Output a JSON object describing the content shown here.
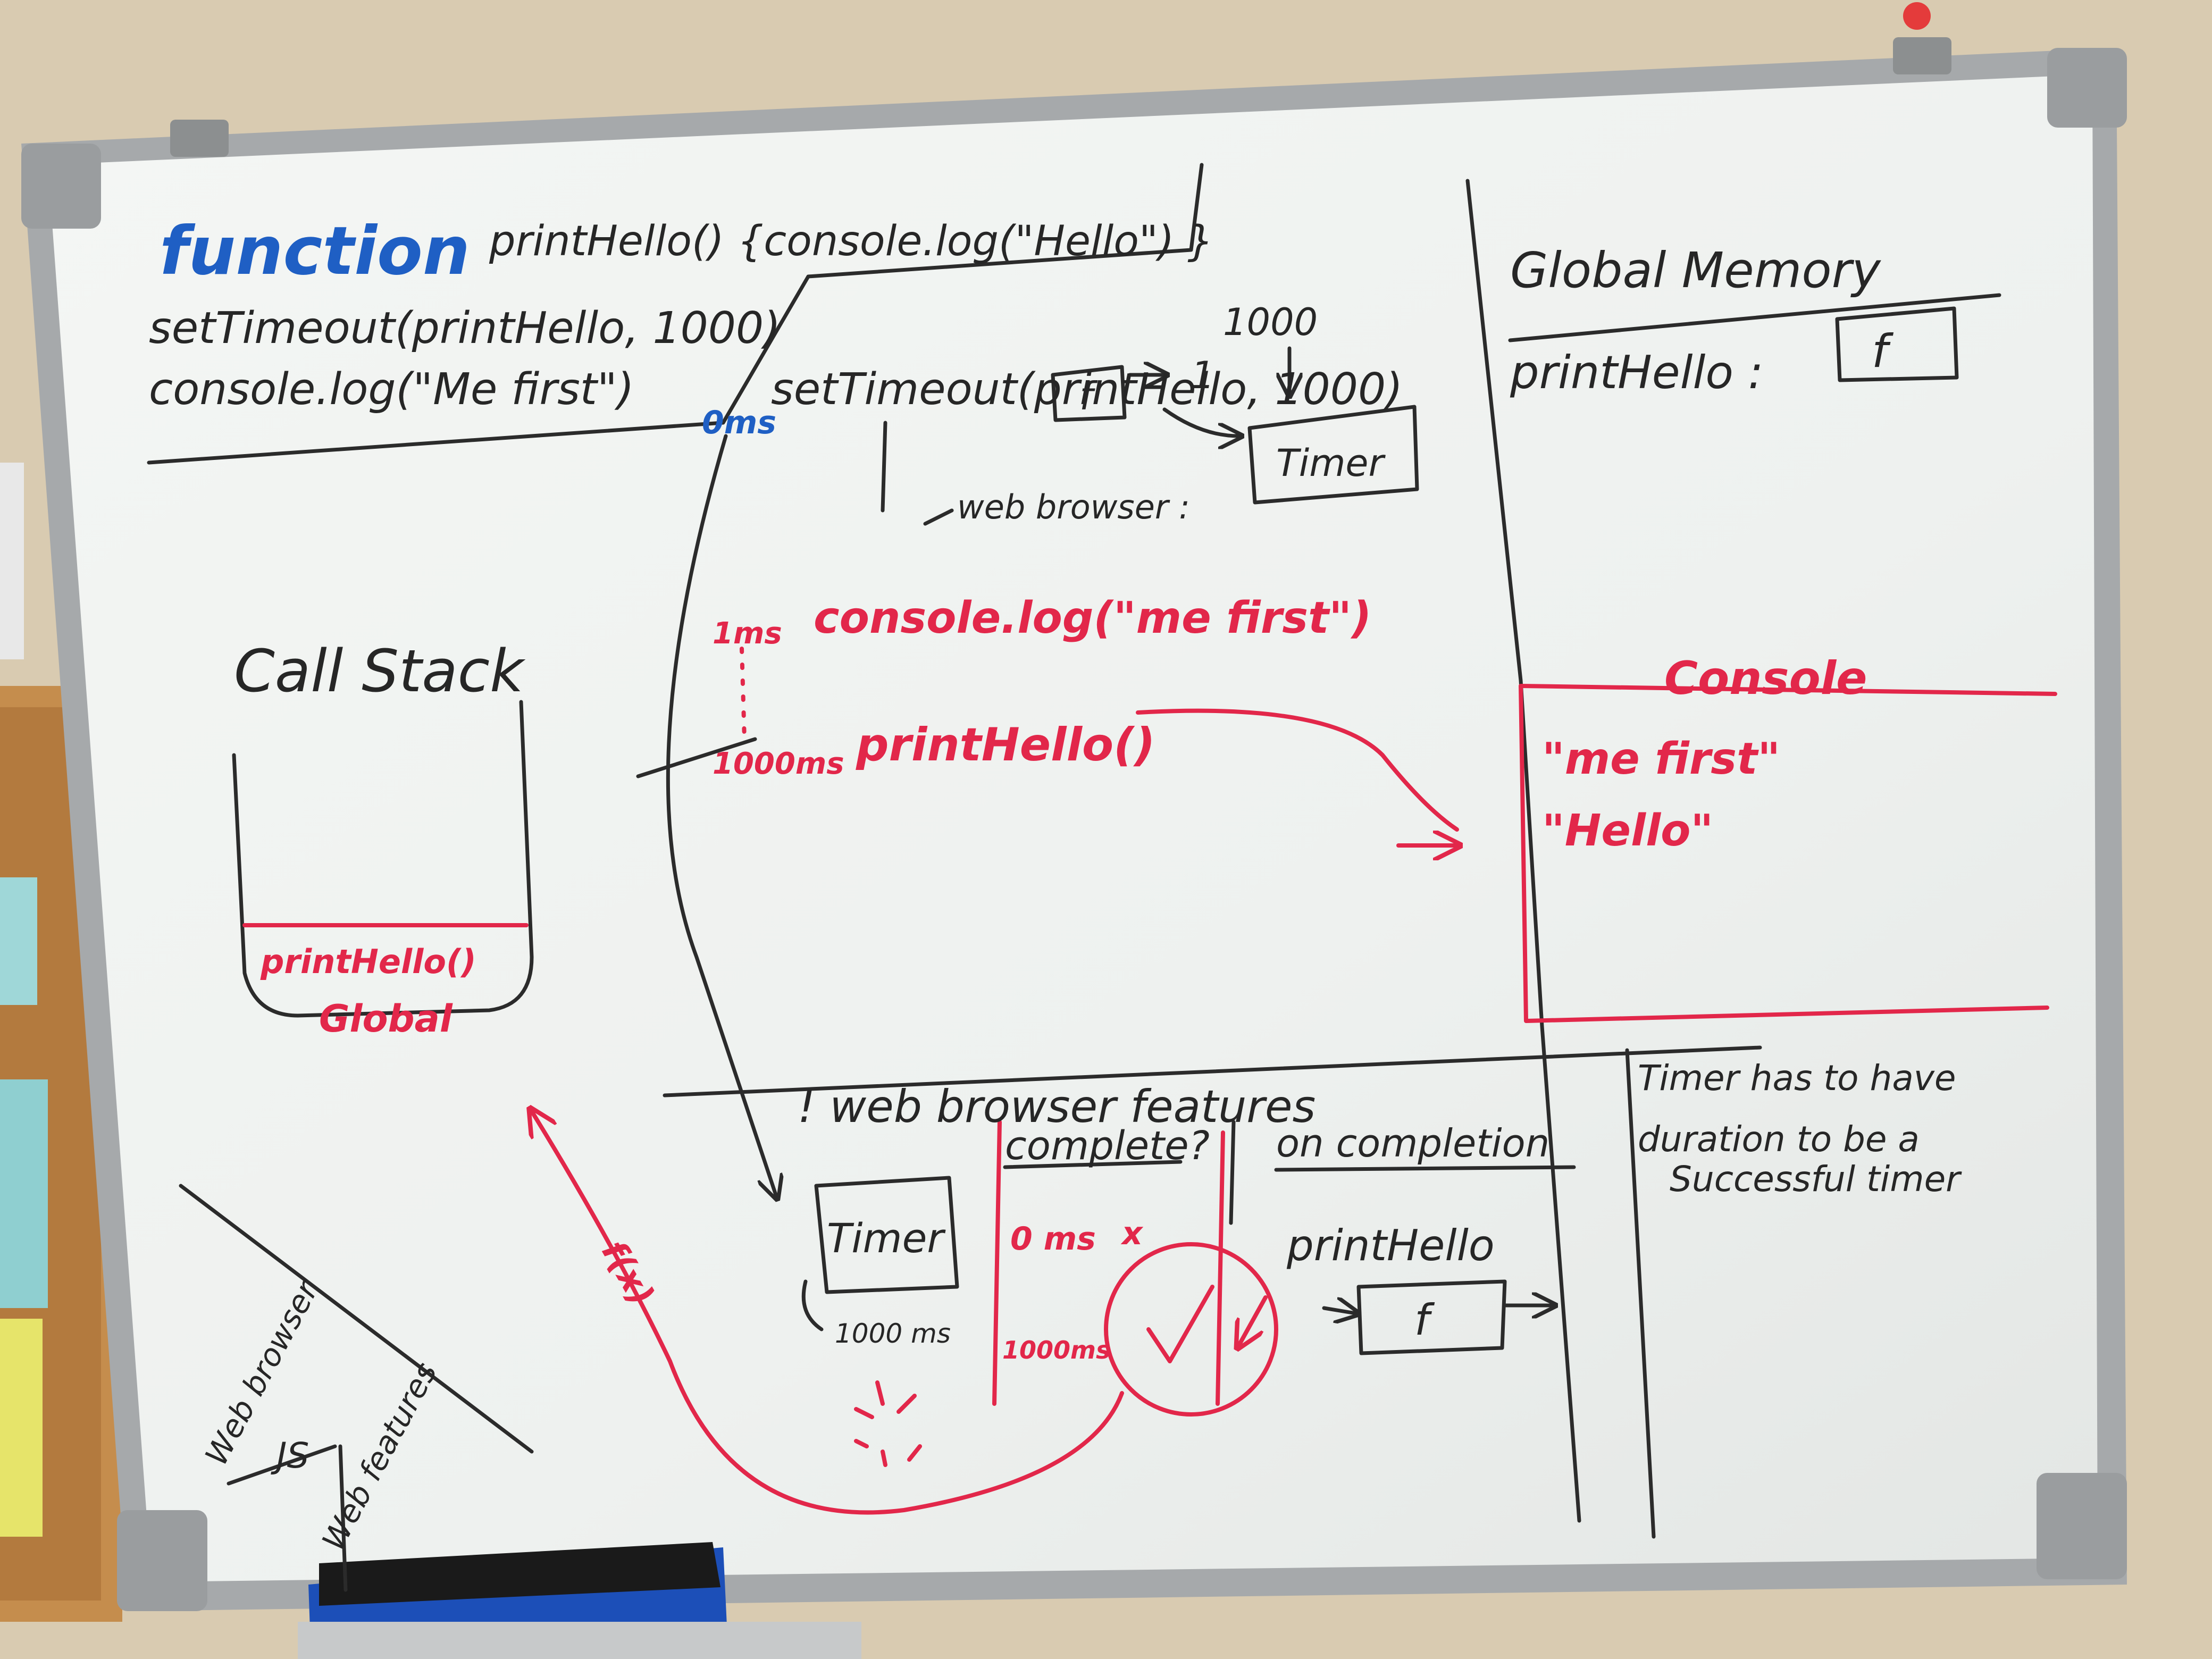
{
  "colors": {
    "ink_black": "#262626",
    "ink_red": "#e2274a",
    "ink_blue": "#1f5fc4",
    "board": "#f3f5f3",
    "frame": "#a8abad",
    "wall": "#d8c9ae"
  },
  "code": {
    "keyword": "function",
    "line1": "printHello() {console.log(\"Hello\") }",
    "line2": "setTimeout(printHello, 1000)",
    "line3": "console.log(\"Me first\")"
  },
  "memory": {
    "title": "Global Memory",
    "entry_label": "printHello :",
    "entry_value": "f"
  },
  "exec": {
    "time0": "0ms",
    "call": "setTimeout(printHello, 1000)",
    "arg_f": "f",
    "arg_1": "1",
    "arg_1000": "1000",
    "web_browser": "web browser :",
    "timer_box": "Timer",
    "time1": "1ms",
    "log_call": "console.log(\"me first\")",
    "time1000": "1000ms",
    "print_call": "printHello()"
  },
  "call_stack": {
    "title": "Call Stack",
    "top": "printHello()",
    "bottom": "Global"
  },
  "console": {
    "title": "Console",
    "line1": "\"me first\"",
    "line2": "\"Hello\""
  },
  "features": {
    "title": "! web browser features",
    "timer_box": "Timer",
    "timer_ms": "1000 ms",
    "complete_header": "complete?",
    "row1_time": "0 ms",
    "row1_mark": "x",
    "row2_time": "1000ms",
    "row2_mark": "✓",
    "on_completion_header": "on completion",
    "on_completion_fn": "printHello",
    "on_completion_value": "f",
    "callback_label": "f(x)"
  },
  "note": {
    "line1": "Timer has to have",
    "line2": "duration to be a",
    "line3": "Successful timer"
  },
  "corner": {
    "label1": "Web browser",
    "label2": "JS",
    "label3": "Web features"
  }
}
